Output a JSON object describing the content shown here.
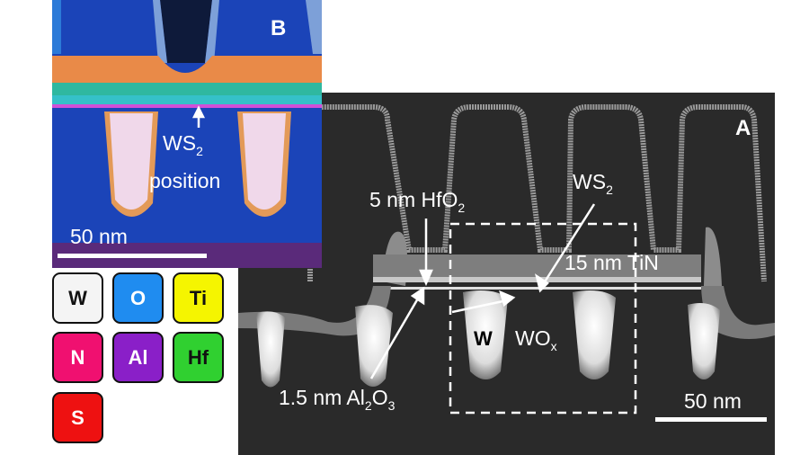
{
  "panel_a": {
    "label": "A",
    "annotations": {
      "hfo2": "5 nm HfO",
      "hfo2_sub": "2",
      "ws2": "WS",
      "ws2_sub": "2",
      "tin": "15 nm TiN",
      "w": "W",
      "wox": "WO",
      "wox_sub": "x",
      "al2o3_a": "1.5 nm Al",
      "al2o3_sub1": "2",
      "al2o3_b": "O",
      "al2o3_sub2": "3"
    },
    "scale_bar": "50 nm"
  },
  "panel_b": {
    "label": "B",
    "annotation": "WS",
    "annotation_sub": "2",
    "annotation_2": "position",
    "scale_bar": "50 nm"
  },
  "legend": {
    "items": [
      {
        "symbol": "W",
        "color": "#f4f4f4",
        "text_color": "#111111"
      },
      {
        "symbol": "O",
        "color": "#1f8cf0",
        "text_color": "#ffffff"
      },
      {
        "symbol": "Ti",
        "color": "#f5f500",
        "text_color": "#111111"
      },
      {
        "symbol": "N",
        "color": "#f01070",
        "text_color": "#ffffff"
      },
      {
        "symbol": "Al",
        "color": "#8a1fc8",
        "text_color": "#ffffff"
      },
      {
        "symbol": "Hf",
        "color": "#30d030",
        "text_color": "#111111"
      },
      {
        "symbol": "S",
        "color": "#ee1111",
        "text_color": "#ffffff"
      }
    ]
  }
}
